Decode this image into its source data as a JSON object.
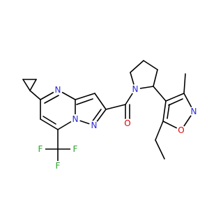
{
  "molecule": {
    "colors": {
      "bond": "#000000",
      "N": "#2a2ad8",
      "O": "#e00000",
      "F": "#2aa32a",
      "background": "#ffffff"
    },
    "atoms": {
      "N4": "N",
      "N_pyrazole_bridge": "N",
      "N_pyrazole_2": "N",
      "O_carbonyl": "O",
      "N_pyrrolidine": "N",
      "N_isoxazole": "N",
      "O_isoxazole": "O",
      "F1": "F",
      "F2": "F",
      "F3": "F"
    }
  }
}
